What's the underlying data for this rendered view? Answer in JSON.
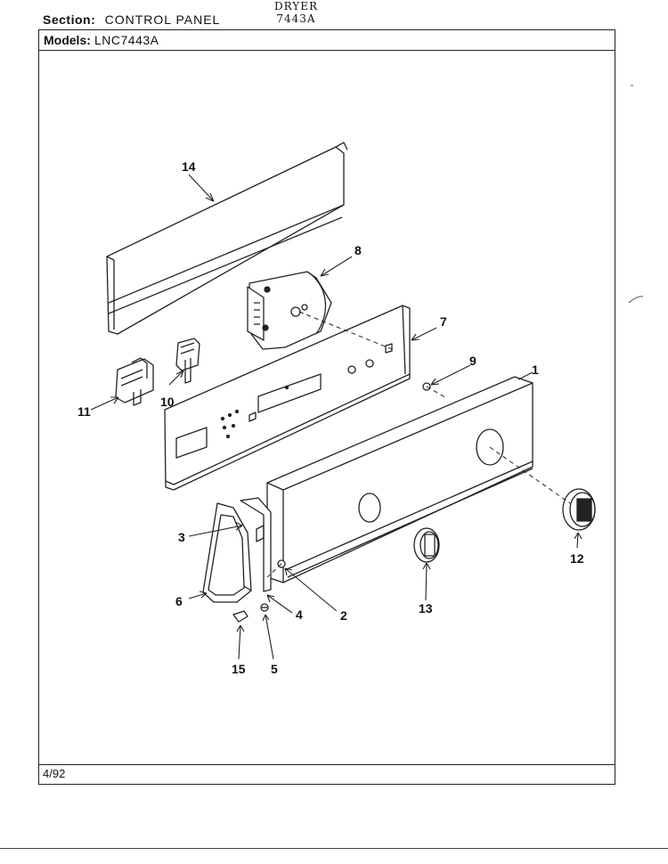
{
  "header": {
    "section_label": "Section:",
    "section_value": "CONTROL PANEL",
    "product_line1": "DRYER",
    "product_line2": "7443A",
    "models_label": "Models:",
    "models_value": "LNC7443A"
  },
  "footer": {
    "date": "4/92"
  },
  "callouts": [
    "1",
    "2",
    "3",
    "4",
    "5",
    "6",
    "7",
    "8",
    "9",
    "10",
    "11",
    "12",
    "13",
    "14",
    "15"
  ]
}
